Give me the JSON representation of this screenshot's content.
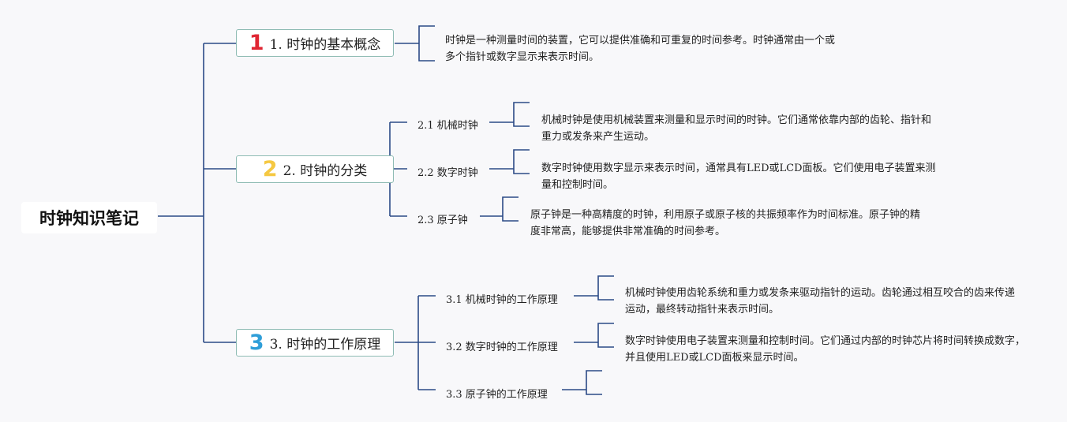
{
  "root": {
    "label": "时钟知识笔记"
  },
  "topics": [
    {
      "badge": "1",
      "badge_color": "#e02633",
      "label": "1. 时钟的基本概念",
      "note": "时钟是一种测量时间的装置，它可以提供准确和可重复的时间参考。时钟通常由一个或多个指针或数字显示来表示时间。"
    },
    {
      "badge": "2",
      "badge_color": "#f5c842",
      "label": "2. 时钟的分类",
      "subtopics": [
        {
          "label": "2.1 机械时钟",
          "note": "机械时钟是使用机械装置来测量和显示时间的时钟。它们通常依靠内部的齿轮、指针和重力或发条来产生运动。"
        },
        {
          "label": "2.2 数字时钟",
          "note": "数字时钟使用数字显示来表示时间，通常具有LED或LCD面板。它们使用电子装置来测量和控制时间。"
        },
        {
          "label": "2.3 原子钟",
          "note": "原子钟是一种高精度的时钟，利用原子或原子核的共振频率作为时间标准。原子钟的精度非常高，能够提供非常准确的时间参考。"
        }
      ]
    },
    {
      "badge": "3",
      "badge_color": "#2f9ed8",
      "label": "3. 时钟的工作原理",
      "subtopics": [
        {
          "label": "3.1 机械时钟的工作原理",
          "note": "机械时钟使用齿轮系统和重力或发条来驱动指针的运动。齿轮通过相互咬合的齿来传递运动，最终转动指针来表示时间。"
        },
        {
          "label": "3.2 数字时钟的工作原理",
          "note": "数字时钟使用电子装置来测量和控制时间。它们通过内部的时钟芯片将时间转换成数字，并且使用LED或LCD面板来显示时间。"
        },
        {
          "label": "3.3 原子钟的工作原理",
          "note": ""
        }
      ]
    }
  ],
  "line_color": "#2b4a86"
}
